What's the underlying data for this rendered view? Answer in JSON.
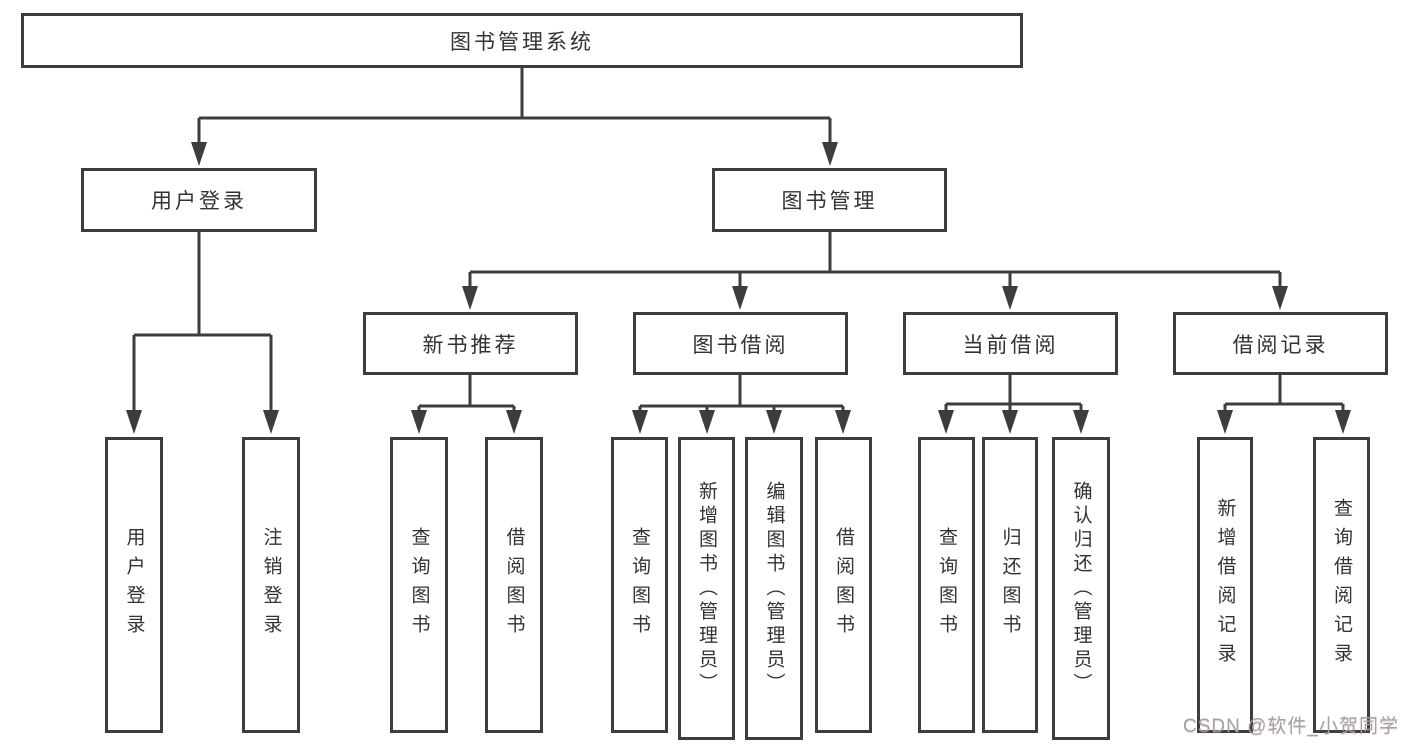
{
  "diagram": {
    "tree": {
      "label": "图书管理系统",
      "children": [
        {
          "label": "用户登录",
          "children": [
            {
              "label": "用户登录"
            },
            {
              "label": "注销登录"
            }
          ]
        },
        {
          "label": "图书管理",
          "children": [
            {
              "label": "新书推荐",
              "children": [
                {
                  "label": "查询图书"
                },
                {
                  "label": "借阅图书"
                }
              ]
            },
            {
              "label": "图书借阅",
              "children": [
                {
                  "label": "查询图书"
                },
                {
                  "label": "新增图书（管理员）"
                },
                {
                  "label": "编辑图书（管理员）"
                },
                {
                  "label": "借阅图书"
                }
              ]
            },
            {
              "label": "当前借阅",
              "children": [
                {
                  "label": "查询图书"
                },
                {
                  "label": "归还图书"
                },
                {
                  "label": "确认归还（管理员）"
                }
              ]
            },
            {
              "label": "借阅记录",
              "children": [
                {
                  "label": "新增借阅记录"
                },
                {
                  "label": "查询借阅记录"
                }
              ]
            }
          ]
        }
      ]
    },
    "colors": {
      "line": "#3d3d3d",
      "text": "#333333",
      "background": "#ffffff",
      "watermark": "#a3a3a3"
    }
  },
  "watermark": {
    "text": "CSDN @软件_小贺同学"
  }
}
